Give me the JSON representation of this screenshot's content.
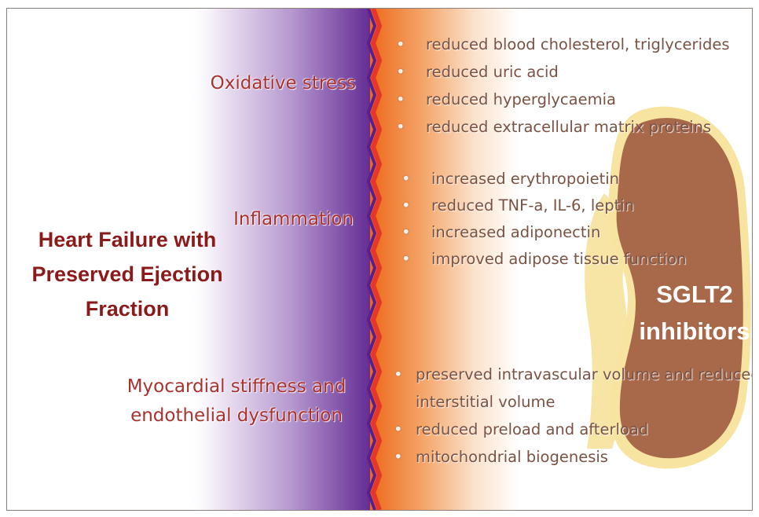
{
  "title": "Heart Failure with Preserved Ejection Fraction",
  "drug": "SGLT2 inhibitors",
  "factors": [
    "Oxidative stress",
    "Inflammation",
    "Myocardial stiffness and endothelial dysfunction"
  ],
  "effects": [
    [
      "reduced blood cholesterol, triglycerides",
      "reduced uric acid",
      "reduced hyperglycaemia",
      "reduced extracellular matrix proteins"
    ],
    [
      "increased erythropoietin",
      "reduced TNF-a, IL-6, leptin",
      "increased adiponectin",
      "improved adipose tissue function"
    ],
    [
      "preserved intravascular volume and reduced interstitial volume",
      "reduced preload and afterload",
      "mitochondrial biogenesis"
    ]
  ],
  "colors": {
    "title": "#8b1a1a",
    "factor_text": "#a8322e",
    "effect_text": "#7a5244",
    "purple_band": "#6a2a9a",
    "orange_band": "#f07a30",
    "kidney": "#a8684a",
    "kidney_glow": "#f7e4a0"
  }
}
